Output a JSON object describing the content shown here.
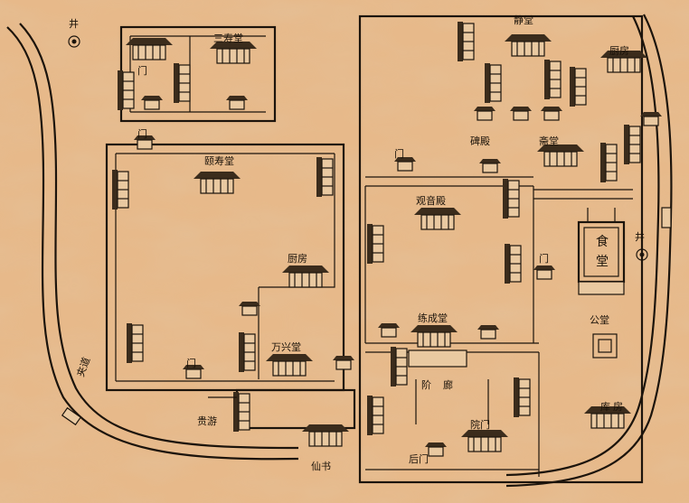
{
  "map": {
    "palette": {
      "paper": "#e7b98a",
      "ink": "#1c140c",
      "fiber": "#c98a52"
    },
    "labels": {
      "well_left": "井",
      "well_right": "井",
      "wall_lane": "夹道",
      "yishou_tang": "颐寿堂",
      "sanshou_tang": "三寿堂",
      "men_top": "门",
      "men_mid_left": "门",
      "men_lower_left": "门",
      "men_right_a": "门",
      "men_right_b": "门",
      "chu_fang": "厨房",
      "chu_fang_2": "厨房",
      "wan_xing_tang": "万兴堂",
      "lian_cheng_tang": "练成堂",
      "jing_tang": "静堂",
      "zhai_tang": "斋堂",
      "dharma_hall": "观音殿",
      "food_hall_1": "食",
      "food_hall_2": "堂",
      "gong_tang": "公堂",
      "bei_dian": "碑殿",
      "corridor_1": "阶",
      "corridor_2": "廊",
      "gui_you": "贵游",
      "yuan_men": "院门",
      "lower_right_a": "库",
      "lower_right_b": "房",
      "xian_shu": "仙书",
      "hou_men": "后门"
    }
  }
}
